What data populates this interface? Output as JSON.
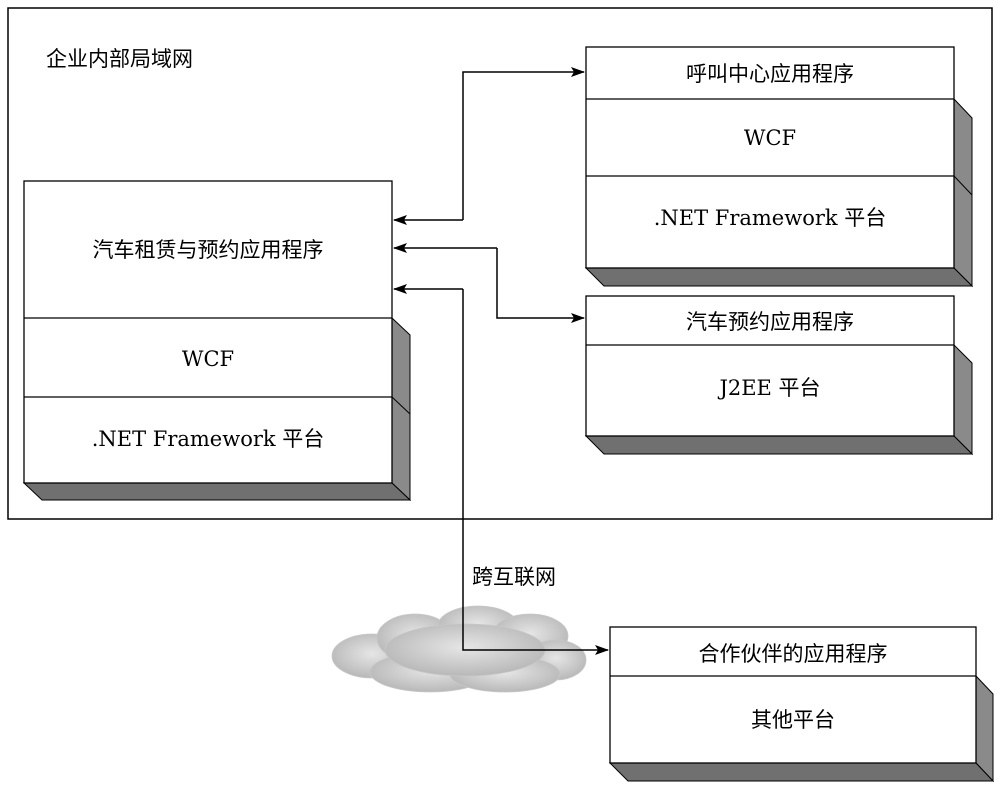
{
  "diagram": {
    "lan_label": "企业内部局域网",
    "internet_label": "跨互联网",
    "main_app": {
      "title": "汽车租赁与预约应用程序",
      "layer1": "WCF",
      "layer2": ".NET Framework 平台"
    },
    "call_center": {
      "title": "呼叫中心应用程序",
      "layer1": "WCF",
      "layer2": ".NET Framework 平台"
    },
    "reservation": {
      "title": "汽车预约应用程序",
      "layer1": "J2EE 平台"
    },
    "partner": {
      "title": "合作伙伴的应用程序",
      "layer1": "其他平台"
    }
  }
}
